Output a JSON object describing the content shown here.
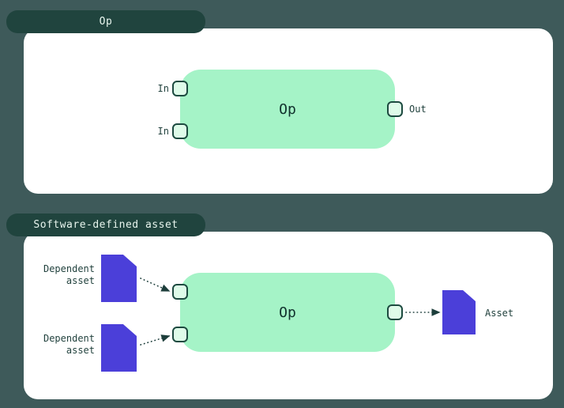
{
  "colors": {
    "background": "#3e5a5a",
    "tab_background": "#20443e",
    "tab_text": "#e8f5ee",
    "panel_background": "#ffffff",
    "op_node_background": "#a5f3c7",
    "op_node_text": "#10302c",
    "handle_fill": "#defbe9",
    "handle_border": "#1d4a40",
    "asset_purple": "#4b3fd9",
    "label_text": "#22423e",
    "arrow_color": "#1d3e3b"
  },
  "icons": {
    "dependent_asset": "document-icon",
    "asset": "document-icon",
    "handle": "io-handle-square"
  },
  "op_section": {
    "tab_label": "Op",
    "node_label": "Op",
    "inputs": [
      "In",
      "In"
    ],
    "output_label": "Out"
  },
  "sda_section": {
    "tab_label": "Software-defined asset",
    "node_label": "Op",
    "dependent_assets": [
      "Dependent asset",
      "Dependent asset"
    ],
    "asset_label": "Asset"
  }
}
